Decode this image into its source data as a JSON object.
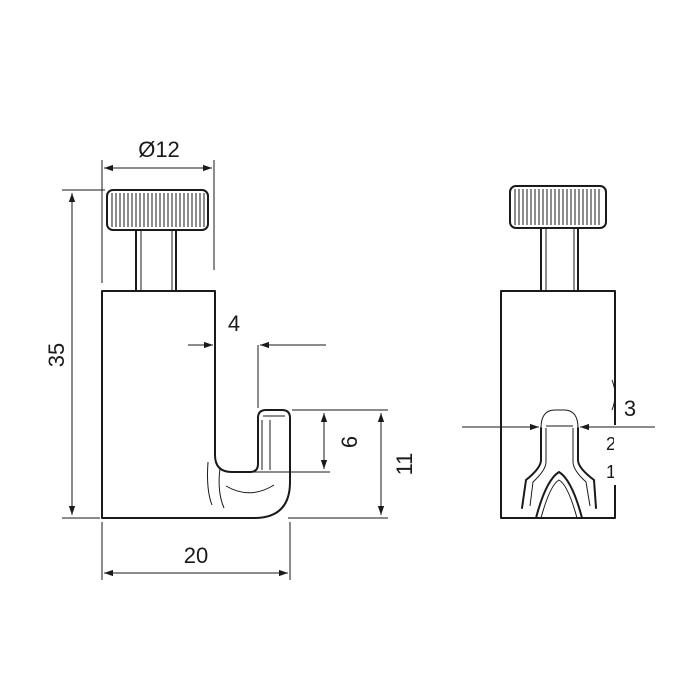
{
  "figure": {
    "dimensions": {
      "diameter": "Ø12",
      "overall_height": "35",
      "base_width": "20",
      "hook_offset": "4",
      "hook_opening": "6",
      "hook_height": "11",
      "slot_width": "3"
    },
    "side_marks": [
      "2",
      "1"
    ],
    "colors": {
      "line": "#1a1a1a",
      "background": "#ffffff"
    }
  }
}
